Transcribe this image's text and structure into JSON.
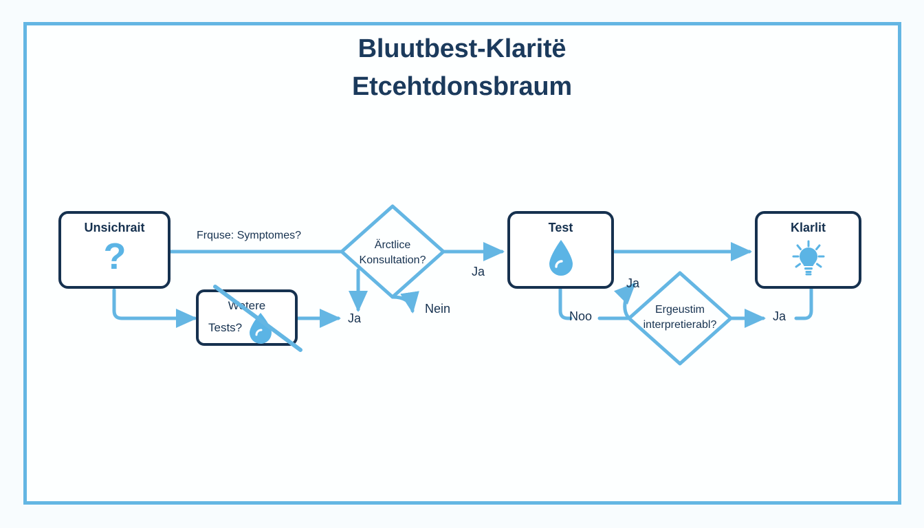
{
  "page": {
    "title_line1": "Bluutbest-Klaritë",
    "title_line2": "Etcehtdonsbraum",
    "colors": {
      "navy": "#16314f",
      "light_blue": "#64b6e3",
      "icon_blue": "#5bb4e5",
      "background": "#fdffff",
      "outer_background": "#f8fcfe"
    }
  },
  "chart_data": {
    "type": "diagram",
    "title": "Bluutbest-Klaritë Etcehtdonsbraum",
    "nodes": [
      {
        "id": "uncertain",
        "label": "Unsichrait",
        "shape": "rounded-rect",
        "icon": "question-mark-icon"
      },
      {
        "id": "moretests",
        "label_line1": "Wetere",
        "label_line2": "Tests?",
        "shape": "rounded-rect",
        "icon": "droplet-crossed-icon"
      },
      {
        "id": "consult",
        "label_line1": "Ärctlice",
        "label_line2": "Konsultation?",
        "shape": "diamond"
      },
      {
        "id": "test",
        "label": "Test",
        "shape": "rounded-rect",
        "icon": "droplet-icon"
      },
      {
        "id": "interpret",
        "label_line1": "Ergeustim",
        "label_line2": "interpretierabl?",
        "shape": "diamond"
      },
      {
        "id": "clarity",
        "label": "Klarlit",
        "shape": "rounded-rect",
        "icon": "lightbulb-icon"
      }
    ],
    "edges": [
      {
        "from": "uncertain",
        "to": "consult",
        "label": "Frquse: Symptomes?"
      },
      {
        "from": "uncertain",
        "to": "moretests",
        "label": ""
      },
      {
        "from": "moretests",
        "to": "ja_left",
        "label": "Ja"
      },
      {
        "from": "consult",
        "to": "ja_mid",
        "label": "Ja"
      },
      {
        "from": "consult",
        "to": "nein",
        "label": "Nein"
      },
      {
        "from": "consult",
        "to": "test",
        "label": "Ja"
      },
      {
        "from": "test",
        "to": "noo",
        "label": "Noo"
      },
      {
        "from": "test",
        "to": "clarity",
        "label": ""
      },
      {
        "from": "interpret",
        "to": "ja_up",
        "label": "Ja"
      },
      {
        "from": "interpret",
        "to": "ja_right",
        "label": "Ja"
      }
    ]
  },
  "nodes": {
    "uncertain": {
      "title": "Unsichrait"
    },
    "moretests": {
      "line1": "Wetere",
      "line2": "Tests?"
    },
    "test": {
      "title": "Test"
    },
    "clarity": {
      "title": "Klarlit"
    },
    "consult": {
      "line1": "Ärctlice",
      "line2": "Konsultation?"
    },
    "interpret": {
      "line1": "Ergeustim",
      "line2": "interpretierabl?"
    }
  },
  "labels": {
    "symptoms": "Frquse: Symptomes?",
    "ja_mid": "Ja",
    "nein": "Nein",
    "ja_left": "Ja",
    "ja_consult_out": "Ja",
    "noo": "Noo",
    "ja_up": "Ja",
    "ja_right": "Ja"
  }
}
